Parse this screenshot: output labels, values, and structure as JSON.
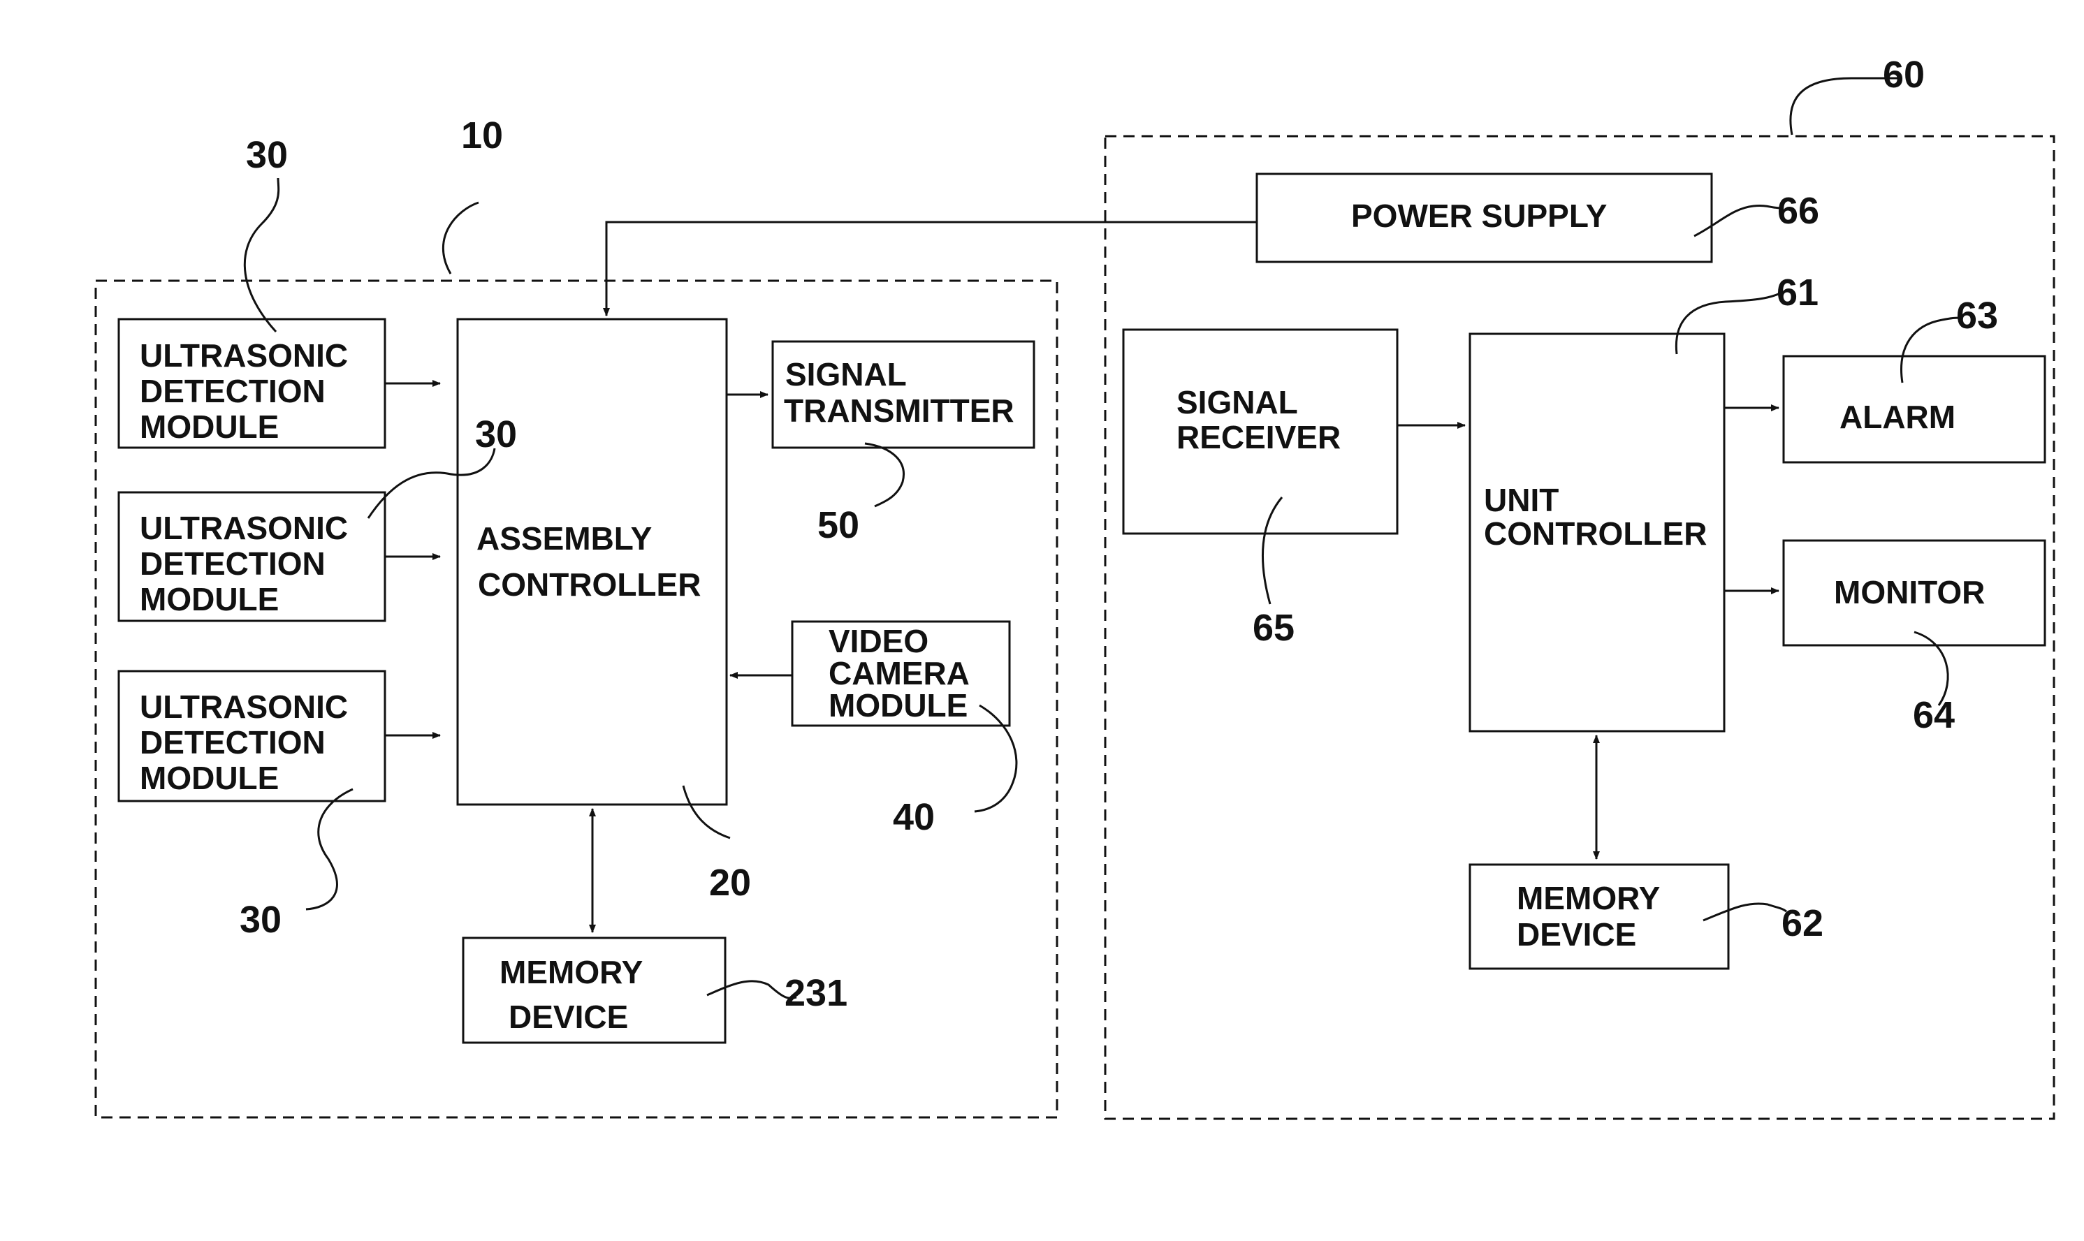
{
  "figure": {
    "ref_labels": {
      "assembly": "10",
      "ultrasonic_top": "30",
      "ultrasonic_mid": "30",
      "ultrasonic_bottom": "30",
      "assembly_controller": "20",
      "signal_transmitter": "50",
      "video_camera": "40",
      "memory_assembly": "231",
      "monitoring_unit": "60",
      "power_supply": "66",
      "unit_controller": "61",
      "alarm": "63",
      "signal_receiver": "65",
      "monitor": "64",
      "memory_unit": "62"
    }
  },
  "assembly_blocks": {
    "ultrasonic_1": [
      "ULTRASONIC",
      "DETECTION",
      "MODULE"
    ],
    "ultrasonic_2": [
      "ULTRASONIC",
      "DETECTION",
      "MODULE"
    ],
    "ultrasonic_3": [
      "ULTRASONIC",
      "DETECTION",
      "MODULE"
    ],
    "controller": [
      "ASSEMBLY",
      "CONTROLLER"
    ],
    "transmitter": [
      "SIGNAL",
      "TRANSMITTER"
    ],
    "video_camera": [
      "VIDEO",
      "CAMERA",
      "MODULE"
    ],
    "memory": [
      "MEMORY",
      "DEVICE"
    ]
  },
  "unit_blocks": {
    "power_supply": [
      "POWER SUPPLY"
    ],
    "receiver": [
      "SIGNAL",
      "RECEIVER"
    ],
    "controller": [
      "UNIT",
      "CONTROLLER"
    ],
    "alarm": [
      "ALARM"
    ],
    "monitor": [
      "MONITOR"
    ],
    "memory": [
      "MEMORY",
      "DEVICE"
    ]
  }
}
